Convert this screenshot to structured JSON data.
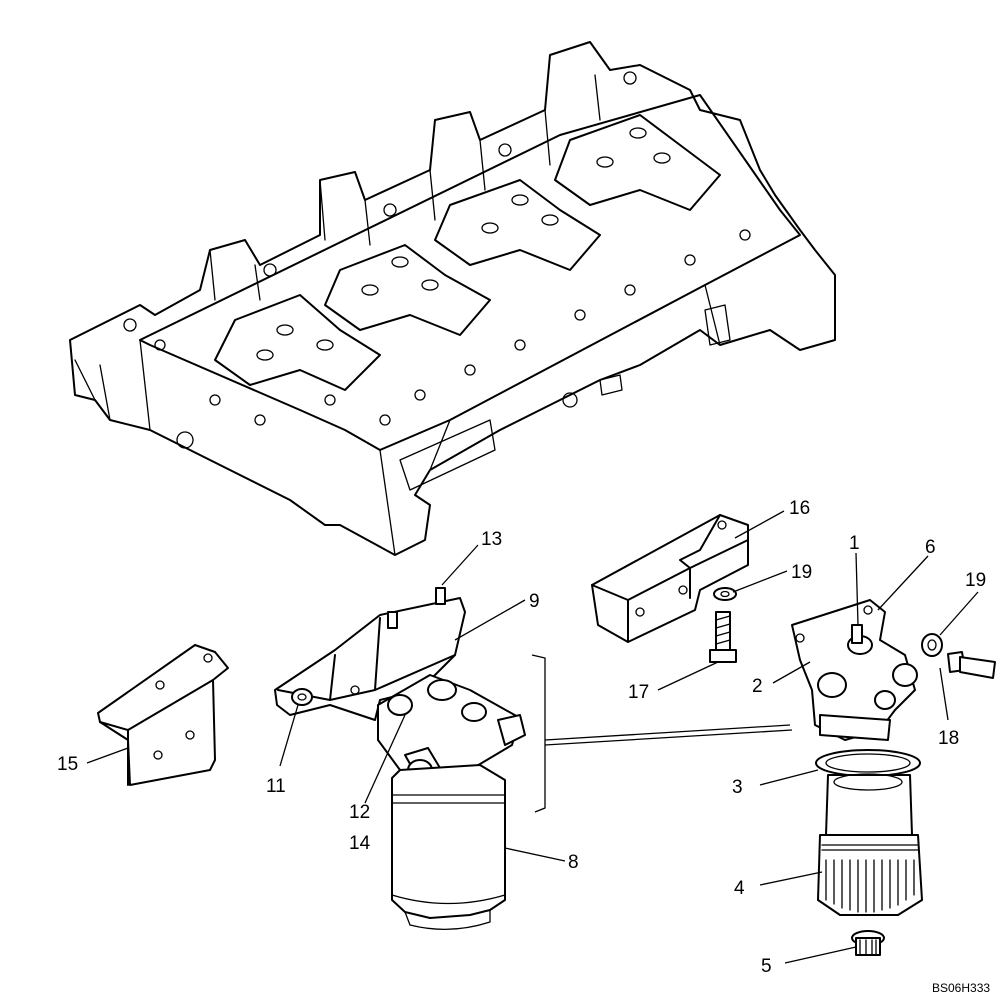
{
  "callouts": [
    {
      "id": "c1",
      "text": "1"
    },
    {
      "id": "c2",
      "text": "2"
    },
    {
      "id": "c3",
      "text": "3"
    },
    {
      "id": "c4",
      "text": "4"
    },
    {
      "id": "c5",
      "text": "5"
    },
    {
      "id": "c6",
      "text": "6"
    },
    {
      "id": "c8",
      "text": "8"
    },
    {
      "id": "c9",
      "text": "9"
    },
    {
      "id": "c11",
      "text": "11"
    },
    {
      "id": "c12",
      "text": "12"
    },
    {
      "id": "c13",
      "text": "13"
    },
    {
      "id": "c14",
      "text": "14"
    },
    {
      "id": "c15",
      "text": "15"
    },
    {
      "id": "c16",
      "text": "16"
    },
    {
      "id": "c17",
      "text": "17"
    },
    {
      "id": "c18",
      "text": "18"
    },
    {
      "id": "c19a",
      "text": "19"
    },
    {
      "id": "c19b",
      "text": "19"
    }
  ],
  "drawing_ref": "BS06H333"
}
